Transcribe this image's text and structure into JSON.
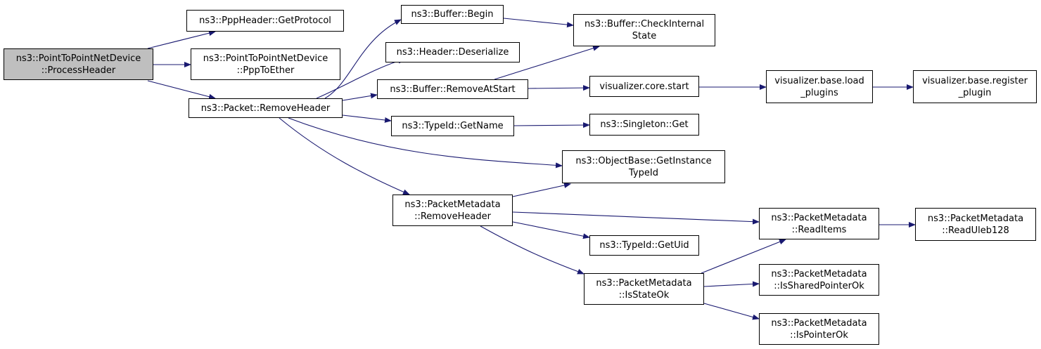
{
  "graph": {
    "edge_color": "#191970",
    "root_fill": "#bfbfbf",
    "nodes": [
      {
        "id": "root",
        "lines": [
          "ns3::PointToPointNetDevice",
          "::ProcessHeader"
        ],
        "root": true
      },
      {
        "id": "ppp-get-protocol",
        "lines": [
          "ns3::PppHeader::GetProtocol"
        ]
      },
      {
        "id": "ppp-to-ether",
        "lines": [
          "ns3::PointToPointNetDevice",
          "::PppToEther"
        ]
      },
      {
        "id": "packet-remove-header",
        "lines": [
          "ns3::Packet::RemoveHeader"
        ]
      },
      {
        "id": "buffer-begin",
        "lines": [
          "ns3::Buffer::Begin"
        ]
      },
      {
        "id": "header-deserialize",
        "lines": [
          "ns3::Header::Deserialize"
        ]
      },
      {
        "id": "buffer-remove-at-start",
        "lines": [
          "ns3::Buffer::RemoveAtStart"
        ]
      },
      {
        "id": "typeid-get-name",
        "lines": [
          "ns3::TypeId::GetName"
        ]
      },
      {
        "id": "packet-metadata-remove-header",
        "lines": [
          "ns3::PacketMetadata",
          "::RemoveHeader"
        ]
      },
      {
        "id": "buffer-check-internal-state",
        "lines": [
          "ns3::Buffer::CheckInternal",
          "State"
        ]
      },
      {
        "id": "visualizer-core-start",
        "lines": [
          "visualizer.core.start"
        ]
      },
      {
        "id": "singleton-get",
        "lines": [
          "ns3::Singleton::Get"
        ]
      },
      {
        "id": "objectbase-get-instance-typeid",
        "lines": [
          "ns3::ObjectBase::GetInstance",
          "TypeId"
        ]
      },
      {
        "id": "typeid-get-uid",
        "lines": [
          "ns3::TypeId::GetUid"
        ]
      },
      {
        "id": "packet-metadata-is-state-ok",
        "lines": [
          "ns3::PacketMetadata",
          "::IsStateOk"
        ]
      },
      {
        "id": "visualizer-base-load-plugins",
        "lines": [
          "visualizer.base.load",
          "_plugins"
        ]
      },
      {
        "id": "packet-metadata-read-items",
        "lines": [
          "ns3::PacketMetadata",
          "::ReadItems"
        ]
      },
      {
        "id": "packet-metadata-is-shared-pointer-ok",
        "lines": [
          "ns3::PacketMetadata",
          "::IsSharedPointerOk"
        ]
      },
      {
        "id": "packet-metadata-is-pointer-ok",
        "lines": [
          "ns3::PacketMetadata",
          "::IsPointerOk"
        ]
      },
      {
        "id": "visualizer-base-register-plugin",
        "lines": [
          "visualizer.base.register",
          "_plugin"
        ]
      },
      {
        "id": "packet-metadata-read-uleb128",
        "lines": [
          "ns3::PacketMetadata",
          "::ReadUleb128"
        ]
      }
    ],
    "edges": [
      {
        "from": "root",
        "to": "ppp-get-protocol"
      },
      {
        "from": "root",
        "to": "ppp-to-ether"
      },
      {
        "from": "root",
        "to": "packet-remove-header"
      },
      {
        "from": "packet-remove-header",
        "to": "buffer-begin"
      },
      {
        "from": "packet-remove-header",
        "to": "header-deserialize"
      },
      {
        "from": "packet-remove-header",
        "to": "buffer-remove-at-start"
      },
      {
        "from": "packet-remove-header",
        "to": "typeid-get-name"
      },
      {
        "from": "packet-remove-header",
        "to": "objectbase-get-instance-typeid"
      },
      {
        "from": "packet-remove-header",
        "to": "packet-metadata-remove-header"
      },
      {
        "from": "buffer-begin",
        "to": "buffer-check-internal-state"
      },
      {
        "from": "buffer-remove-at-start",
        "to": "buffer-check-internal-state"
      },
      {
        "from": "buffer-remove-at-start",
        "to": "visualizer-core-start"
      },
      {
        "from": "visualizer-core-start",
        "to": "visualizer-base-load-plugins"
      },
      {
        "from": "visualizer-base-load-plugins",
        "to": "visualizer-base-register-plugin"
      },
      {
        "from": "typeid-get-name",
        "to": "singleton-get"
      },
      {
        "from": "packet-metadata-remove-header",
        "to": "objectbase-get-instance-typeid"
      },
      {
        "from": "packet-metadata-remove-header",
        "to": "packet-metadata-read-items"
      },
      {
        "from": "packet-metadata-remove-header",
        "to": "typeid-get-uid"
      },
      {
        "from": "packet-metadata-remove-header",
        "to": "packet-metadata-is-state-ok"
      },
      {
        "from": "packet-metadata-is-state-ok",
        "to": "packet-metadata-read-items"
      },
      {
        "from": "packet-metadata-is-state-ok",
        "to": "packet-metadata-is-shared-pointer-ok"
      },
      {
        "from": "packet-metadata-is-state-ok",
        "to": "packet-metadata-is-pointer-ok"
      },
      {
        "from": "packet-metadata-read-items",
        "to": "packet-metadata-read-uleb128"
      }
    ]
  }
}
